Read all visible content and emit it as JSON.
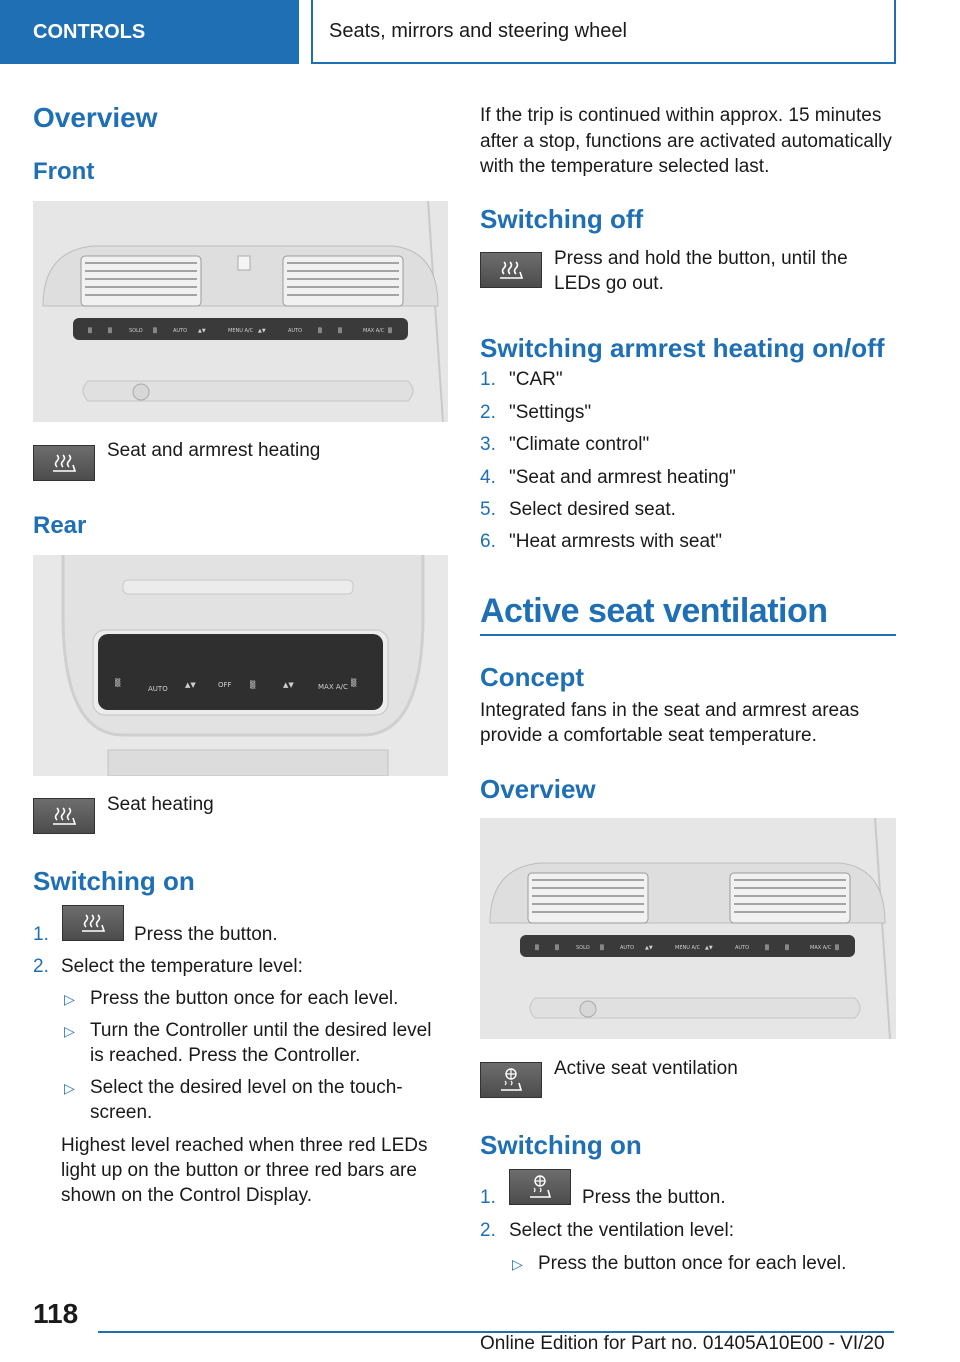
{
  "header": {
    "section": "CONTROLS",
    "chapter": "Seats, mirrors and steering wheel"
  },
  "left": {
    "overview_title": "Overview",
    "front_title": "Front",
    "front_caption": "Seat and armrest heating",
    "rear_title": "Rear",
    "rear_caption": "Seat heating",
    "switch_on_title": "Switching on",
    "steps": [
      {
        "num": "1.",
        "text": "Press the button."
      },
      {
        "num": "2.",
        "text": "Select the temperature level:"
      }
    ],
    "bullets": [
      "Press the button once for each level.",
      "Turn the Controller until the desired level",
      "is reached. Press the Controller.",
      "Select the desired level on the touch-",
      "screen."
    ],
    "note_lines": [
      "Highest level reached when three red LEDs",
      "light up on the button or three red bars are",
      "shown on the Control Display."
    ]
  },
  "right": {
    "intro_lines": [
      "If the trip is continued within approx. 15 minutes",
      "after a stop, functions are activated automatically",
      "with the temperature selected last."
    ],
    "switch_off_title": "Switching off",
    "switch_off_lines": [
      "Press and hold the button, until the",
      "LEDs go out."
    ],
    "armrest_title": "Switching armrest heating on/off",
    "armrest_steps": [
      {
        "num": "1.",
        "text": "\"CAR\""
      },
      {
        "num": "2.",
        "text": "\"Settings\""
      },
      {
        "num": "3.",
        "text": "\"Climate control\""
      },
      {
        "num": "4.",
        "text": "\"Seat and armrest heating\""
      },
      {
        "num": "5.",
        "text": "Select desired seat."
      },
      {
        "num": "6.",
        "text": "\"Heat armrests with seat\""
      }
    ],
    "ventilation_title": "Active seat ventilation",
    "concept_title": "Concept",
    "concept_lines": [
      "Integrated fans in the seat and armrest areas",
      "provide a comfortable seat temperature."
    ],
    "overview_title": "Overview",
    "vent_caption": "Active seat ventilation",
    "vent_switch_title": "Switching on",
    "vent_steps": [
      {
        "num": "1.",
        "text": "Press the button."
      },
      {
        "num": "2.",
        "text": "Select the ventilation level:"
      }
    ],
    "vent_bullets": [
      "Press the button once for each level."
    ]
  },
  "footer": {
    "page_number": "118",
    "edition": "Online Edition for Part no. 01405A10E00 - VI/20"
  },
  "panel_labels": {
    "front": [
      "SOLO",
      "AUTO",
      "MENU A/C",
      "AUTO",
      "MAX A/C"
    ],
    "rear": [
      "AUTO",
      "OFF",
      "MAX A/C"
    ]
  },
  "colors": {
    "accent": "#1f6fb5",
    "text": "#1a1a1a"
  }
}
